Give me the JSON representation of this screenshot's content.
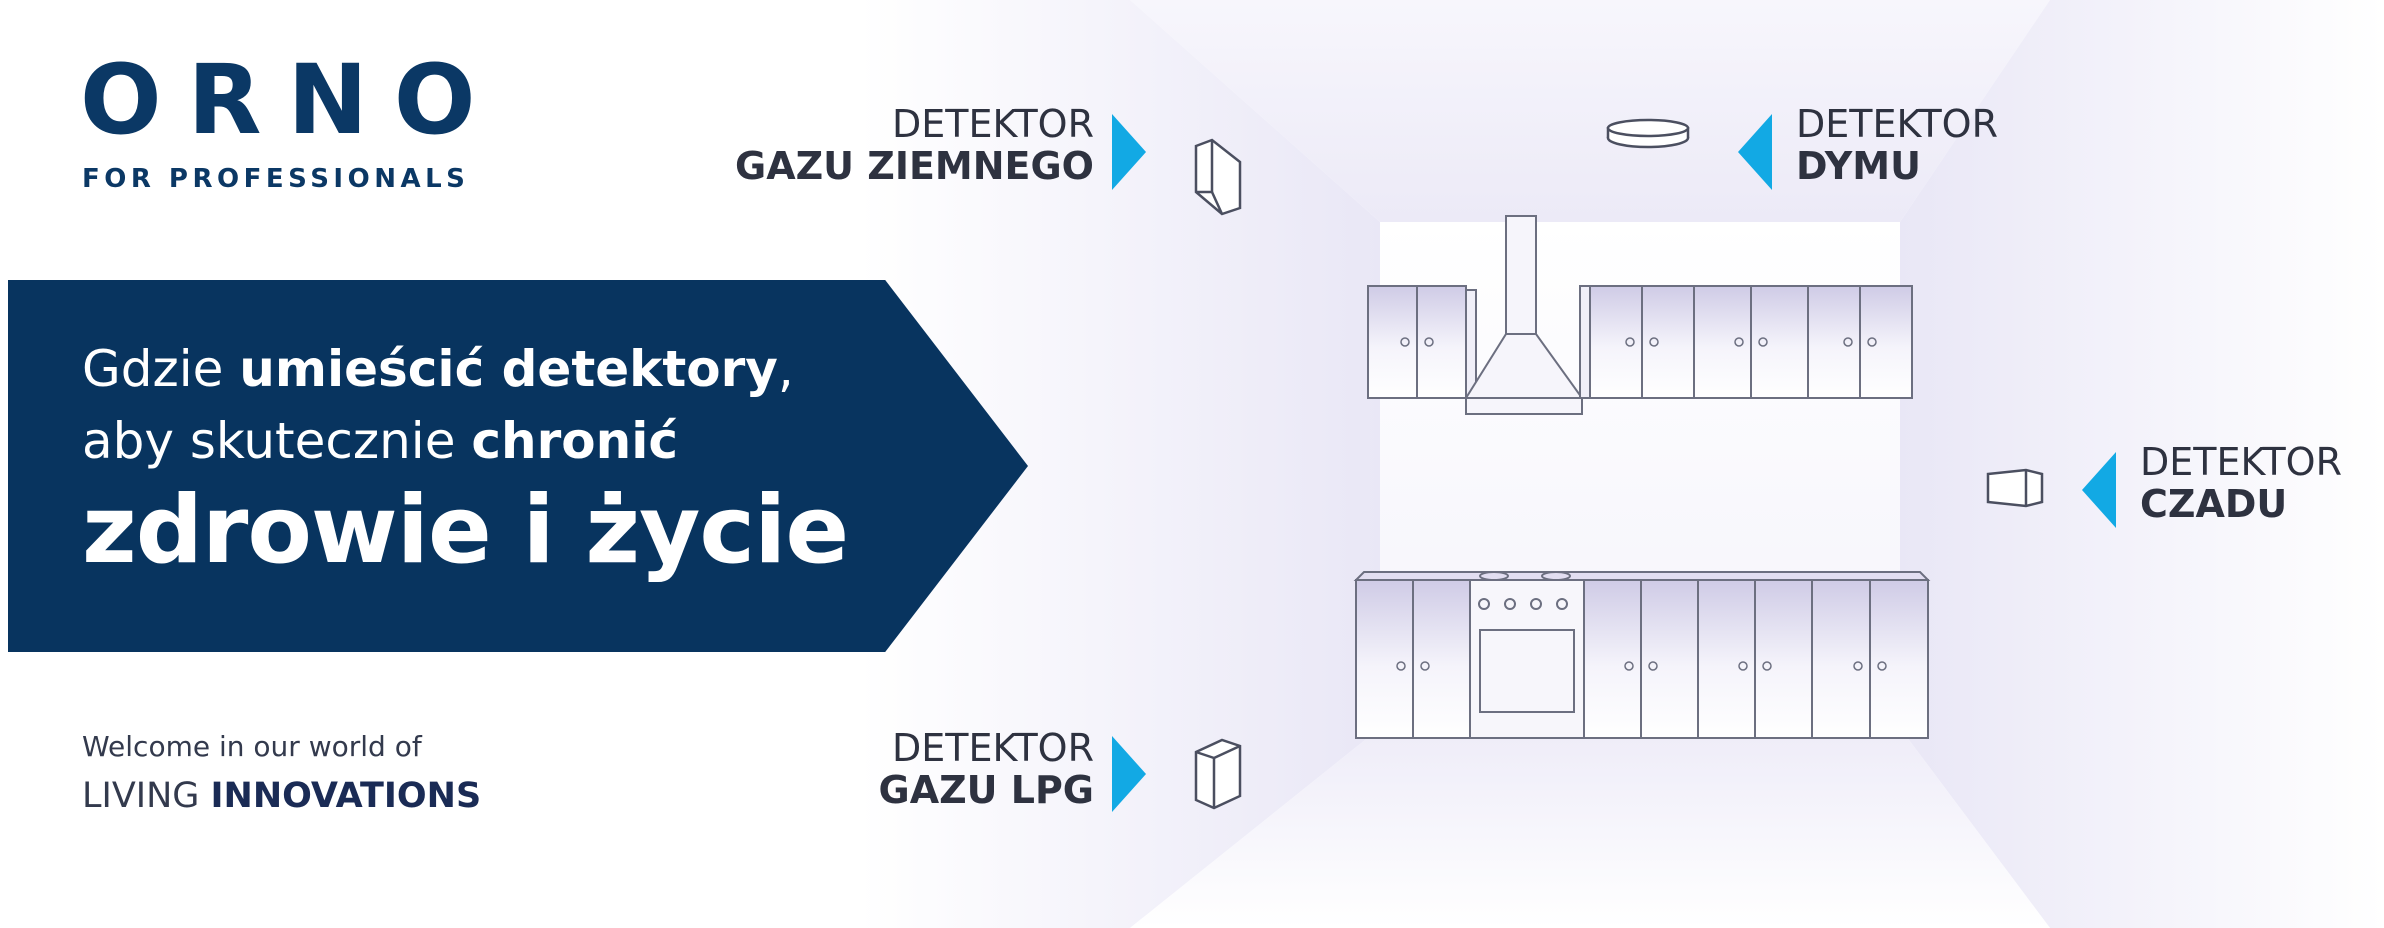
{
  "brand": {
    "name": "ORNO",
    "tagline": "FOR PROFESSIONALS"
  },
  "headline": {
    "line1_a": "Gdzie ",
    "line1_b": "umieścić detektory",
    "line1_c": ",",
    "line2_a": "aby skutecznie ",
    "line2_b": "chronić",
    "line3": "zdrowie i życie"
  },
  "footer": {
    "welcome": "Welcome in our world of",
    "living_a": "LIVING ",
    "living_b": "INNOVATIONS"
  },
  "detectors": {
    "natural_gas": {
      "line1": "DETEKTOR",
      "line2": "GAZU ZIEMNEGO"
    },
    "smoke": {
      "line1": "DETEKTOR",
      "line2": "DYMU"
    },
    "co": {
      "line1": "DETEKTOR",
      "line2": "CZADU"
    },
    "lpg": {
      "line1": "DETEKTOR",
      "line2": "GAZU LPG"
    }
  },
  "colors": {
    "brand_navy": "#0b3865",
    "banner": "#08345f",
    "accent_blue": "#12a9e4",
    "room_lavender": "#e8e6f5"
  },
  "icons": {
    "natural_gas_device": "wall-detector-icon",
    "smoke_device": "ceiling-smoke-detector-icon",
    "co_device": "co-detector-icon",
    "lpg_device": "floor-detector-icon"
  }
}
